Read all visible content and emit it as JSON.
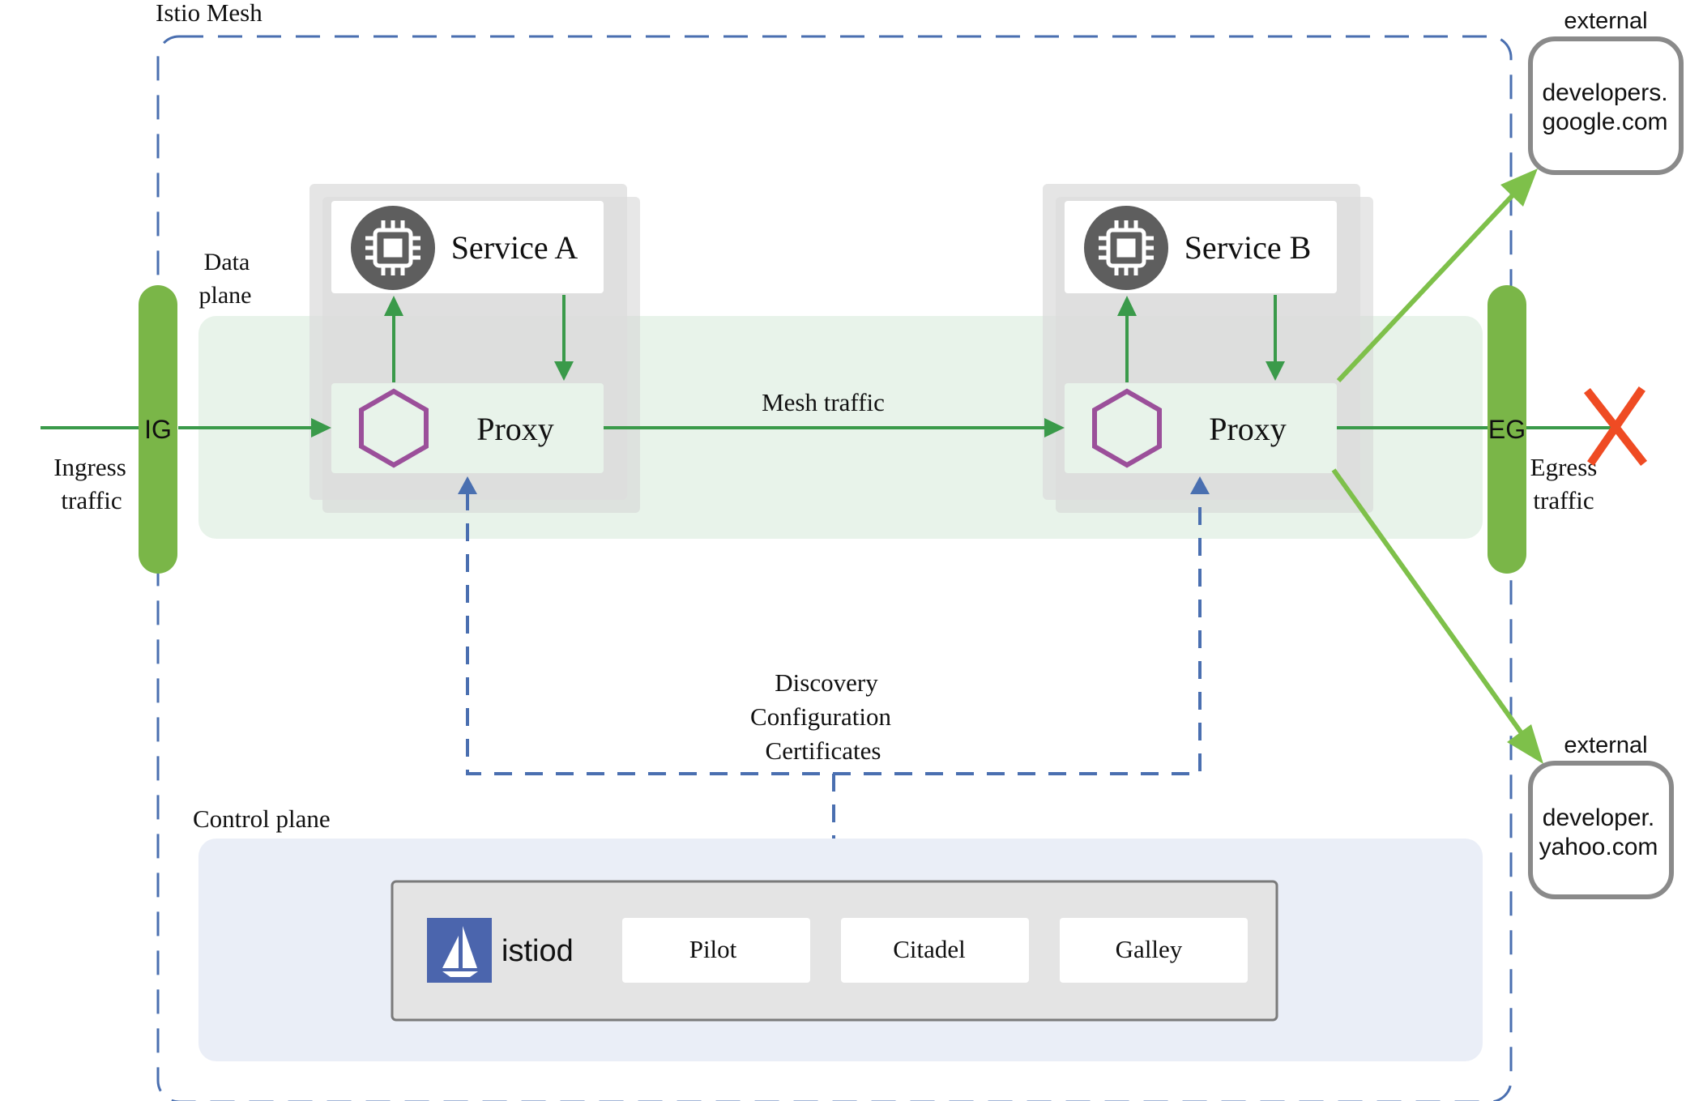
{
  "mesh": {
    "title": "Istio Mesh"
  },
  "data_plane": {
    "line1": "Data",
    "line2": "plane"
  },
  "ingress": {
    "gateway_label": "IG",
    "text_line1": "Ingress",
    "text_line2": "traffic"
  },
  "egress": {
    "gateway_label": "EG",
    "text_line1": "Egress",
    "text_line2": "traffic",
    "blocked_mark": "X"
  },
  "service_a": {
    "label": "Service A",
    "proxy_label": "Proxy",
    "icon": "cpu-chip-icon"
  },
  "service_b": {
    "label": "Service B",
    "proxy_label": "Proxy",
    "icon": "cpu-chip-icon"
  },
  "mesh_traffic": {
    "label": "Mesh traffic"
  },
  "config": {
    "line1": "Discovery",
    "line2": "Configuration",
    "line3": "Certificates"
  },
  "control_plane": {
    "title": "Control plane",
    "istiod_label": "istiod",
    "istiod_icon": "istio-sail-icon",
    "components": [
      "Pilot",
      "Citadel",
      "Galley"
    ]
  },
  "externals": [
    {
      "caption": "external",
      "line1": "developers.",
      "line2": "google.com"
    },
    {
      "caption": "external",
      "line1": "developer.",
      "line2": "yahoo.com"
    }
  ],
  "colors": {
    "mesh_border": "#4a6fb0",
    "gateway_green": "#7ab648",
    "traffic_green": "#3a9a4a",
    "egress_green": "#7ec04a",
    "blocked_red": "#ef4b23",
    "proxy_hex": "#9b4f9a",
    "data_plane_bg": "#e8f3ea",
    "control_plane_bg": "#eaeef7",
    "istio_blue": "#4b65ad"
  }
}
